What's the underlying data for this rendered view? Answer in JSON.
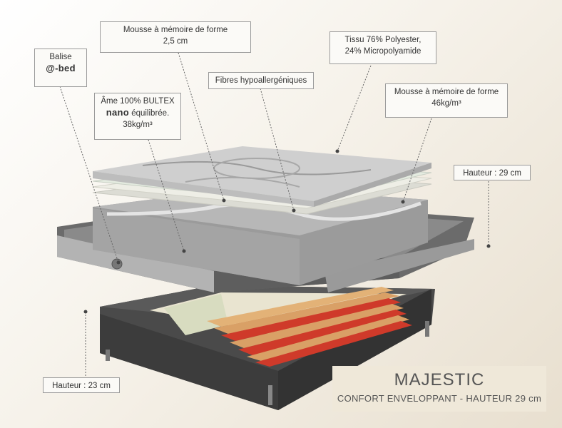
{
  "labels": {
    "balise_title": "Balise",
    "balise_brand": "@-bed",
    "ame_line1": "Âme 100% BULTEX",
    "ame_nano": "nano",
    "ame_line2": " équilibrée.",
    "ame_density": "38kg/m³",
    "mousse_top_line1": "Mousse à mémoire de forme",
    "mousse_top_line2": "2,5 cm",
    "fibres": "Fibres hypoallergéniques",
    "tissu_line1": "Tissu 76% Polyester,",
    "tissu_line2": "24% Micropolyamide",
    "mousse_right_line1": "Mousse à mémoire de forme",
    "mousse_right_line2": "46kg/m³",
    "hauteur_right": "Hauteur : 29 cm",
    "hauteur_left": "Hauteur : 23 cm"
  },
  "product": {
    "name": "MAJESTIC",
    "tagline": "CONFORT ENVELOPPANT - HAUTEUR 29 cm"
  }
}
